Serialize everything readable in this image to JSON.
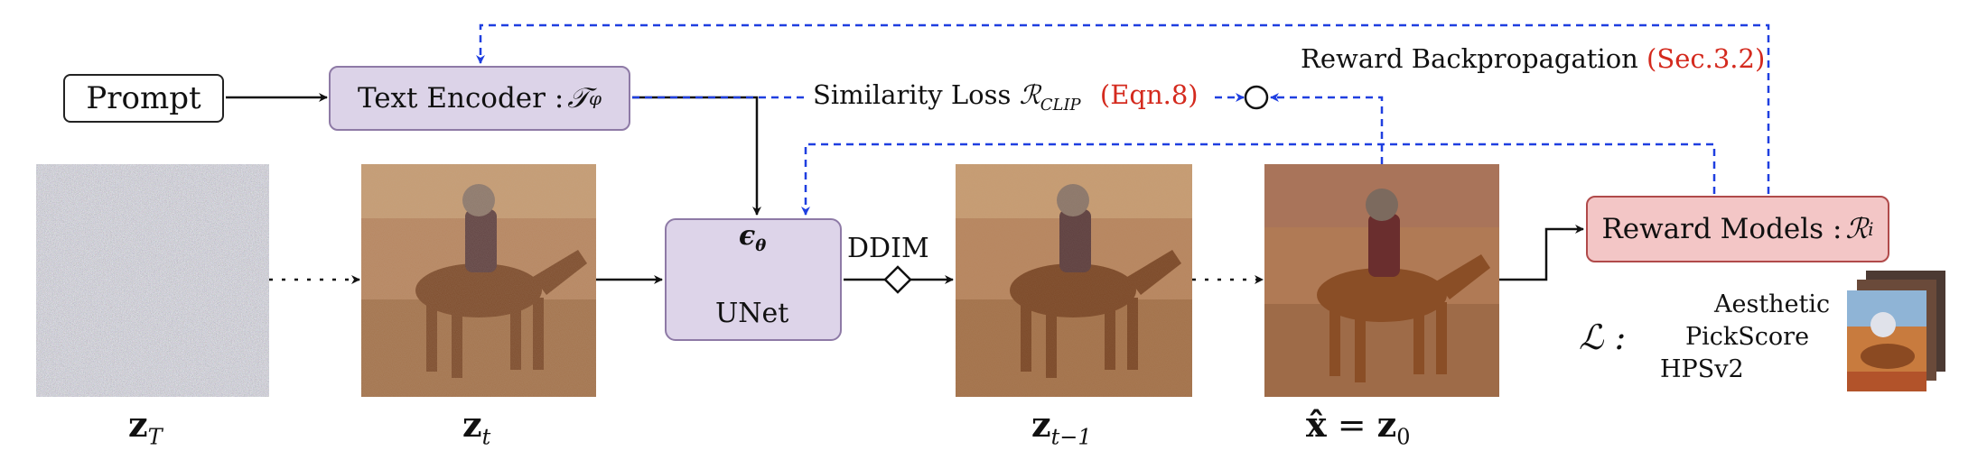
{
  "nodes": {
    "prompt": "Prompt",
    "text_encoder_label": "Text Encoder : ",
    "text_encoder_symbol": "𝒯",
    "text_encoder_sub": "φ",
    "unet_symbol": "ϵ",
    "unet_sub": "θ",
    "unet_label": "UNet",
    "reward_label": "Reward Models : ",
    "reward_symbol": "ℛ",
    "reward_sub": "i"
  },
  "edges": {
    "ddim": "DDIM",
    "similarity_prefix": "Similarity Loss ",
    "similarity_symbol": "ℛ",
    "similarity_sub": "CLIP",
    "similarity_ref": "(Eqn.8)",
    "backprop_label": "Reward Backpropagation ",
    "backprop_ref": "(Sec.3.2)"
  },
  "latents": {
    "zT": "z",
    "zT_sub": "T",
    "zt": "z",
    "zt_sub": "t",
    "zt1": "z",
    "zt1_sub": "t−1",
    "x0_lhs": "x̂",
    "x0_eq": " = ",
    "x0_rhs": "z",
    "x0_sub": "0"
  },
  "losses": {
    "symbol": "ℒ :",
    "items": [
      "Aesthetic",
      "PickScore",
      "HPSv2"
    ]
  },
  "colors": {
    "backprop_dash": "#1f3fe0",
    "reference_red": "#d42a1e",
    "encoder_fill": "#dcd3e8",
    "reward_fill": "#f3c6c6"
  }
}
